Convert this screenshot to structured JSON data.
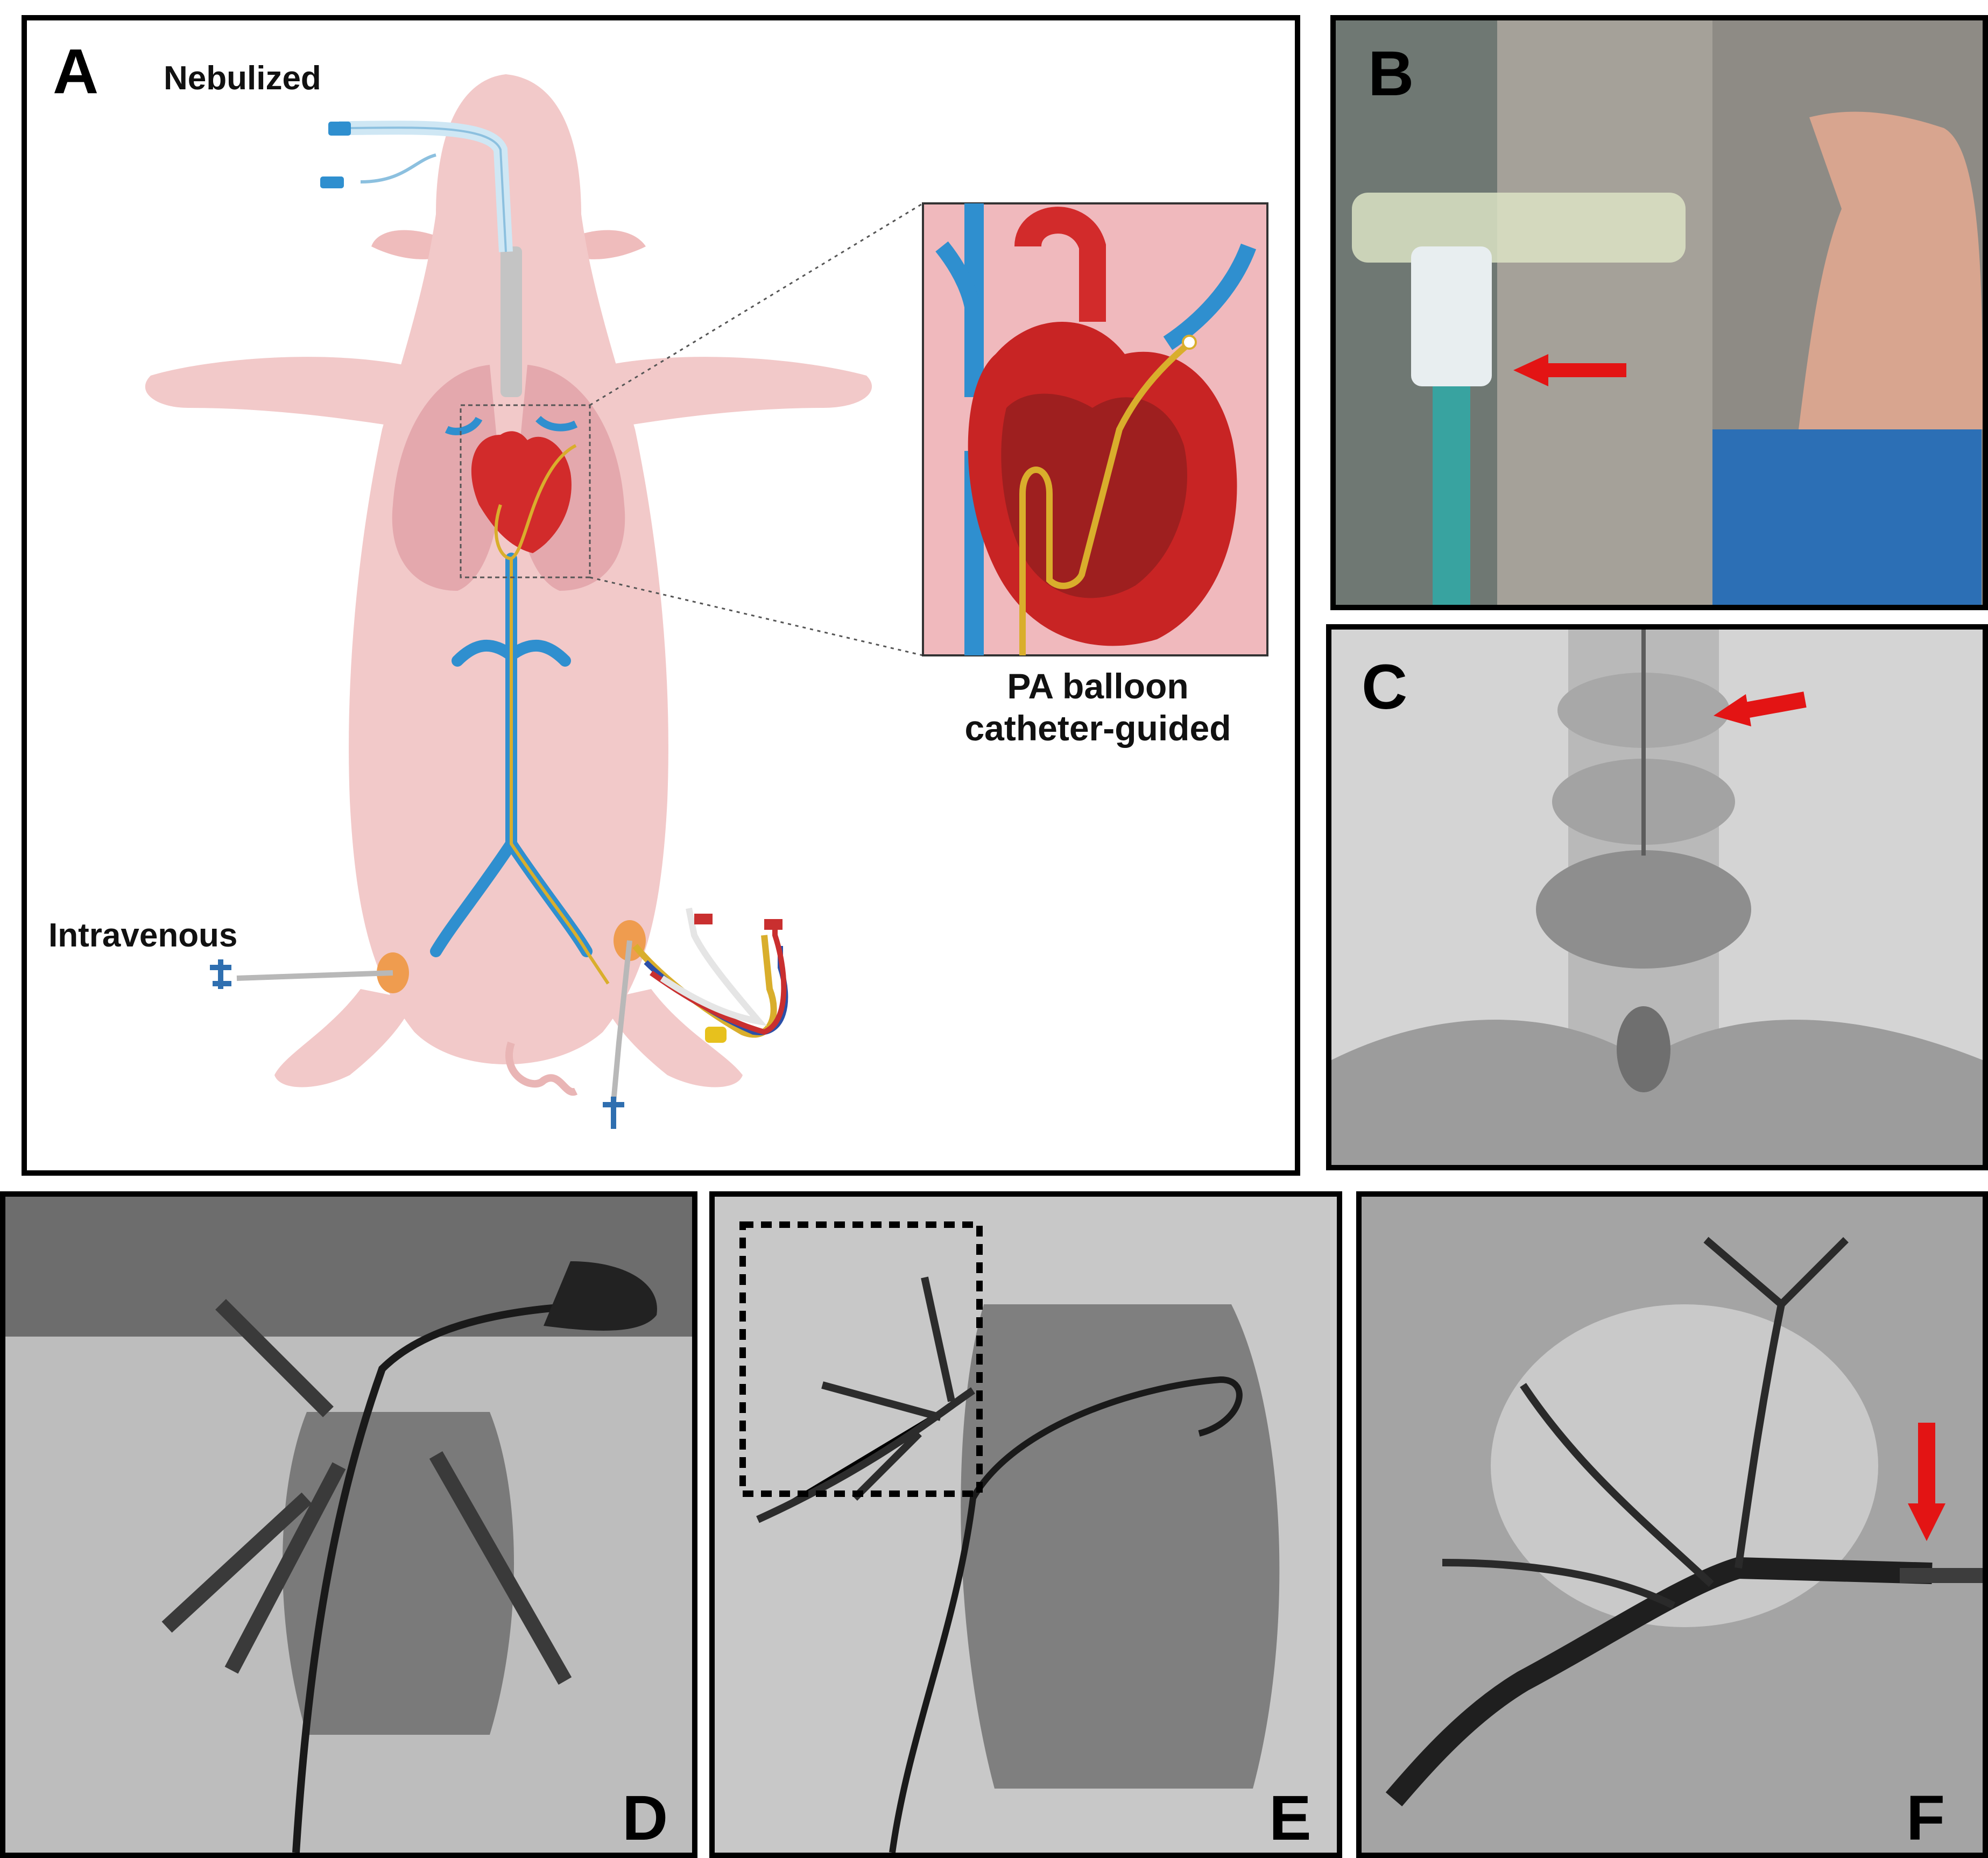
{
  "panels": {
    "a": {
      "letter": "A",
      "labels": {
        "nebulized": "Nebulized",
        "intravenous": "Intravenous",
        "inset_caption_line1": "PA balloon",
        "inset_caption_line2": "catheter-guided"
      }
    },
    "b": {
      "letter": "B"
    },
    "c": {
      "letter": "C"
    },
    "d": {
      "letter": "D"
    },
    "e": {
      "letter": "E"
    },
    "f": {
      "letter": "F"
    }
  },
  "colors": {
    "pig_body": "#f2c9c9",
    "lungs": "#e4a8ad",
    "vessel_blue": "#2f8fcf",
    "heart_red": "#d22b2b",
    "catheter_yellow": "#d9ae2c",
    "sheath_orange": "#ef9c4f",
    "arrow_red": "#e31414"
  }
}
